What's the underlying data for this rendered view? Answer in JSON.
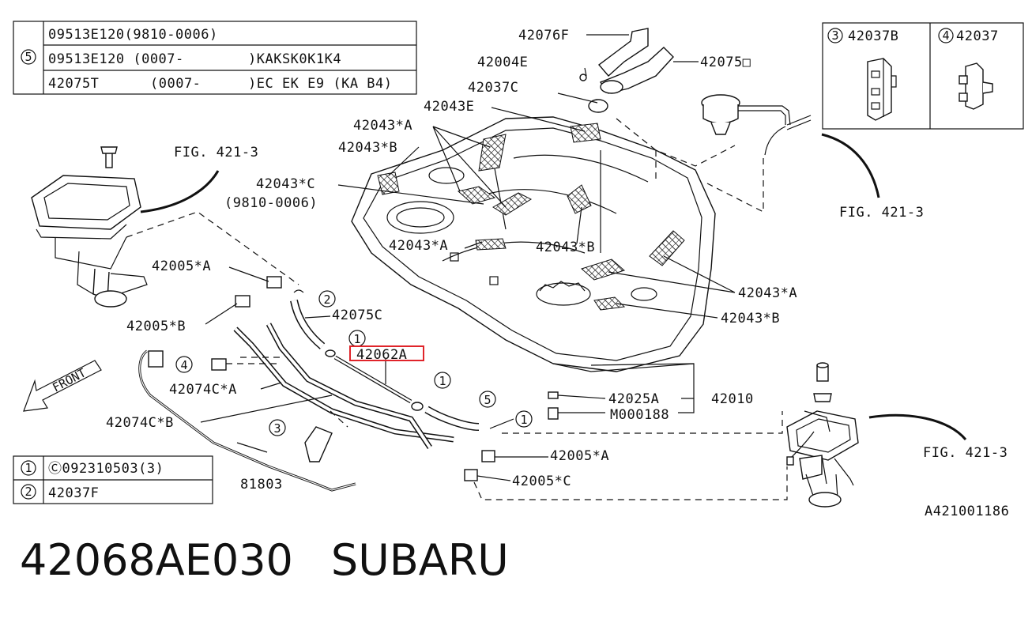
{
  "table_top": {
    "key_num": "5",
    "rows": [
      {
        "c1": "09513E120(9810-0006)",
        "c2": ""
      },
      {
        "c1": "09513E120 (0007-",
        "c2": ")KAKSK0K1K4"
      },
      {
        "c1": "42075T",
        "c2": "(0007-",
        "c3": ")EC EK E9 (KA B4)"
      }
    ]
  },
  "table_bottom": {
    "rows": [
      {
        "num": "1",
        "text": "Ⓒ092310503(3)"
      },
      {
        "num": "2",
        "text": "42037F"
      }
    ]
  },
  "inset": {
    "left_num": "3",
    "left_label": "42037B",
    "right_num": "4",
    "right_label": "42037"
  },
  "labels": {
    "l42076F": "42076F",
    "l42004E": "42004E",
    "l42075O": "42075□",
    "l42037C": "42037C",
    "l42043E": "42043E",
    "l42043A_1": "42043*A",
    "l42043B_1": "42043*B",
    "l42043C": "42043*C",
    "l9810": "(9810-0006)",
    "l42043A_2": "42043*A",
    "l42043B_2": "42043*B",
    "l42043A_3": "42043*A",
    "l42043B_3": "42043*B",
    "l42005A_1": "42005*A",
    "l42005B": "42005*B",
    "l42075C": "42075C",
    "l42062A": "42062A",
    "l42074CA": "42074C*A",
    "l42074CB": "42074C*B",
    "l81803": "81803",
    "l42025A": "42025A",
    "l42010": "42010",
    "lM000188": "M000188",
    "l42005A_2": "42005*A",
    "l42005C": "42005*C",
    "fig1": "FIG. 421-3",
    "fig2": "FIG. 421-3",
    "fig3": "FIG. 421-3",
    "front": "FRONT",
    "code": "A421001186"
  },
  "callouts": {
    "c2": "2",
    "c1a": "1",
    "c4": "4",
    "c1b": "1",
    "c5": "5",
    "c1c": "1",
    "c3": "3"
  },
  "highlight_color": "#e0242a",
  "caption": {
    "part_number": "42068AE030",
    "brand": "SUBARU"
  }
}
